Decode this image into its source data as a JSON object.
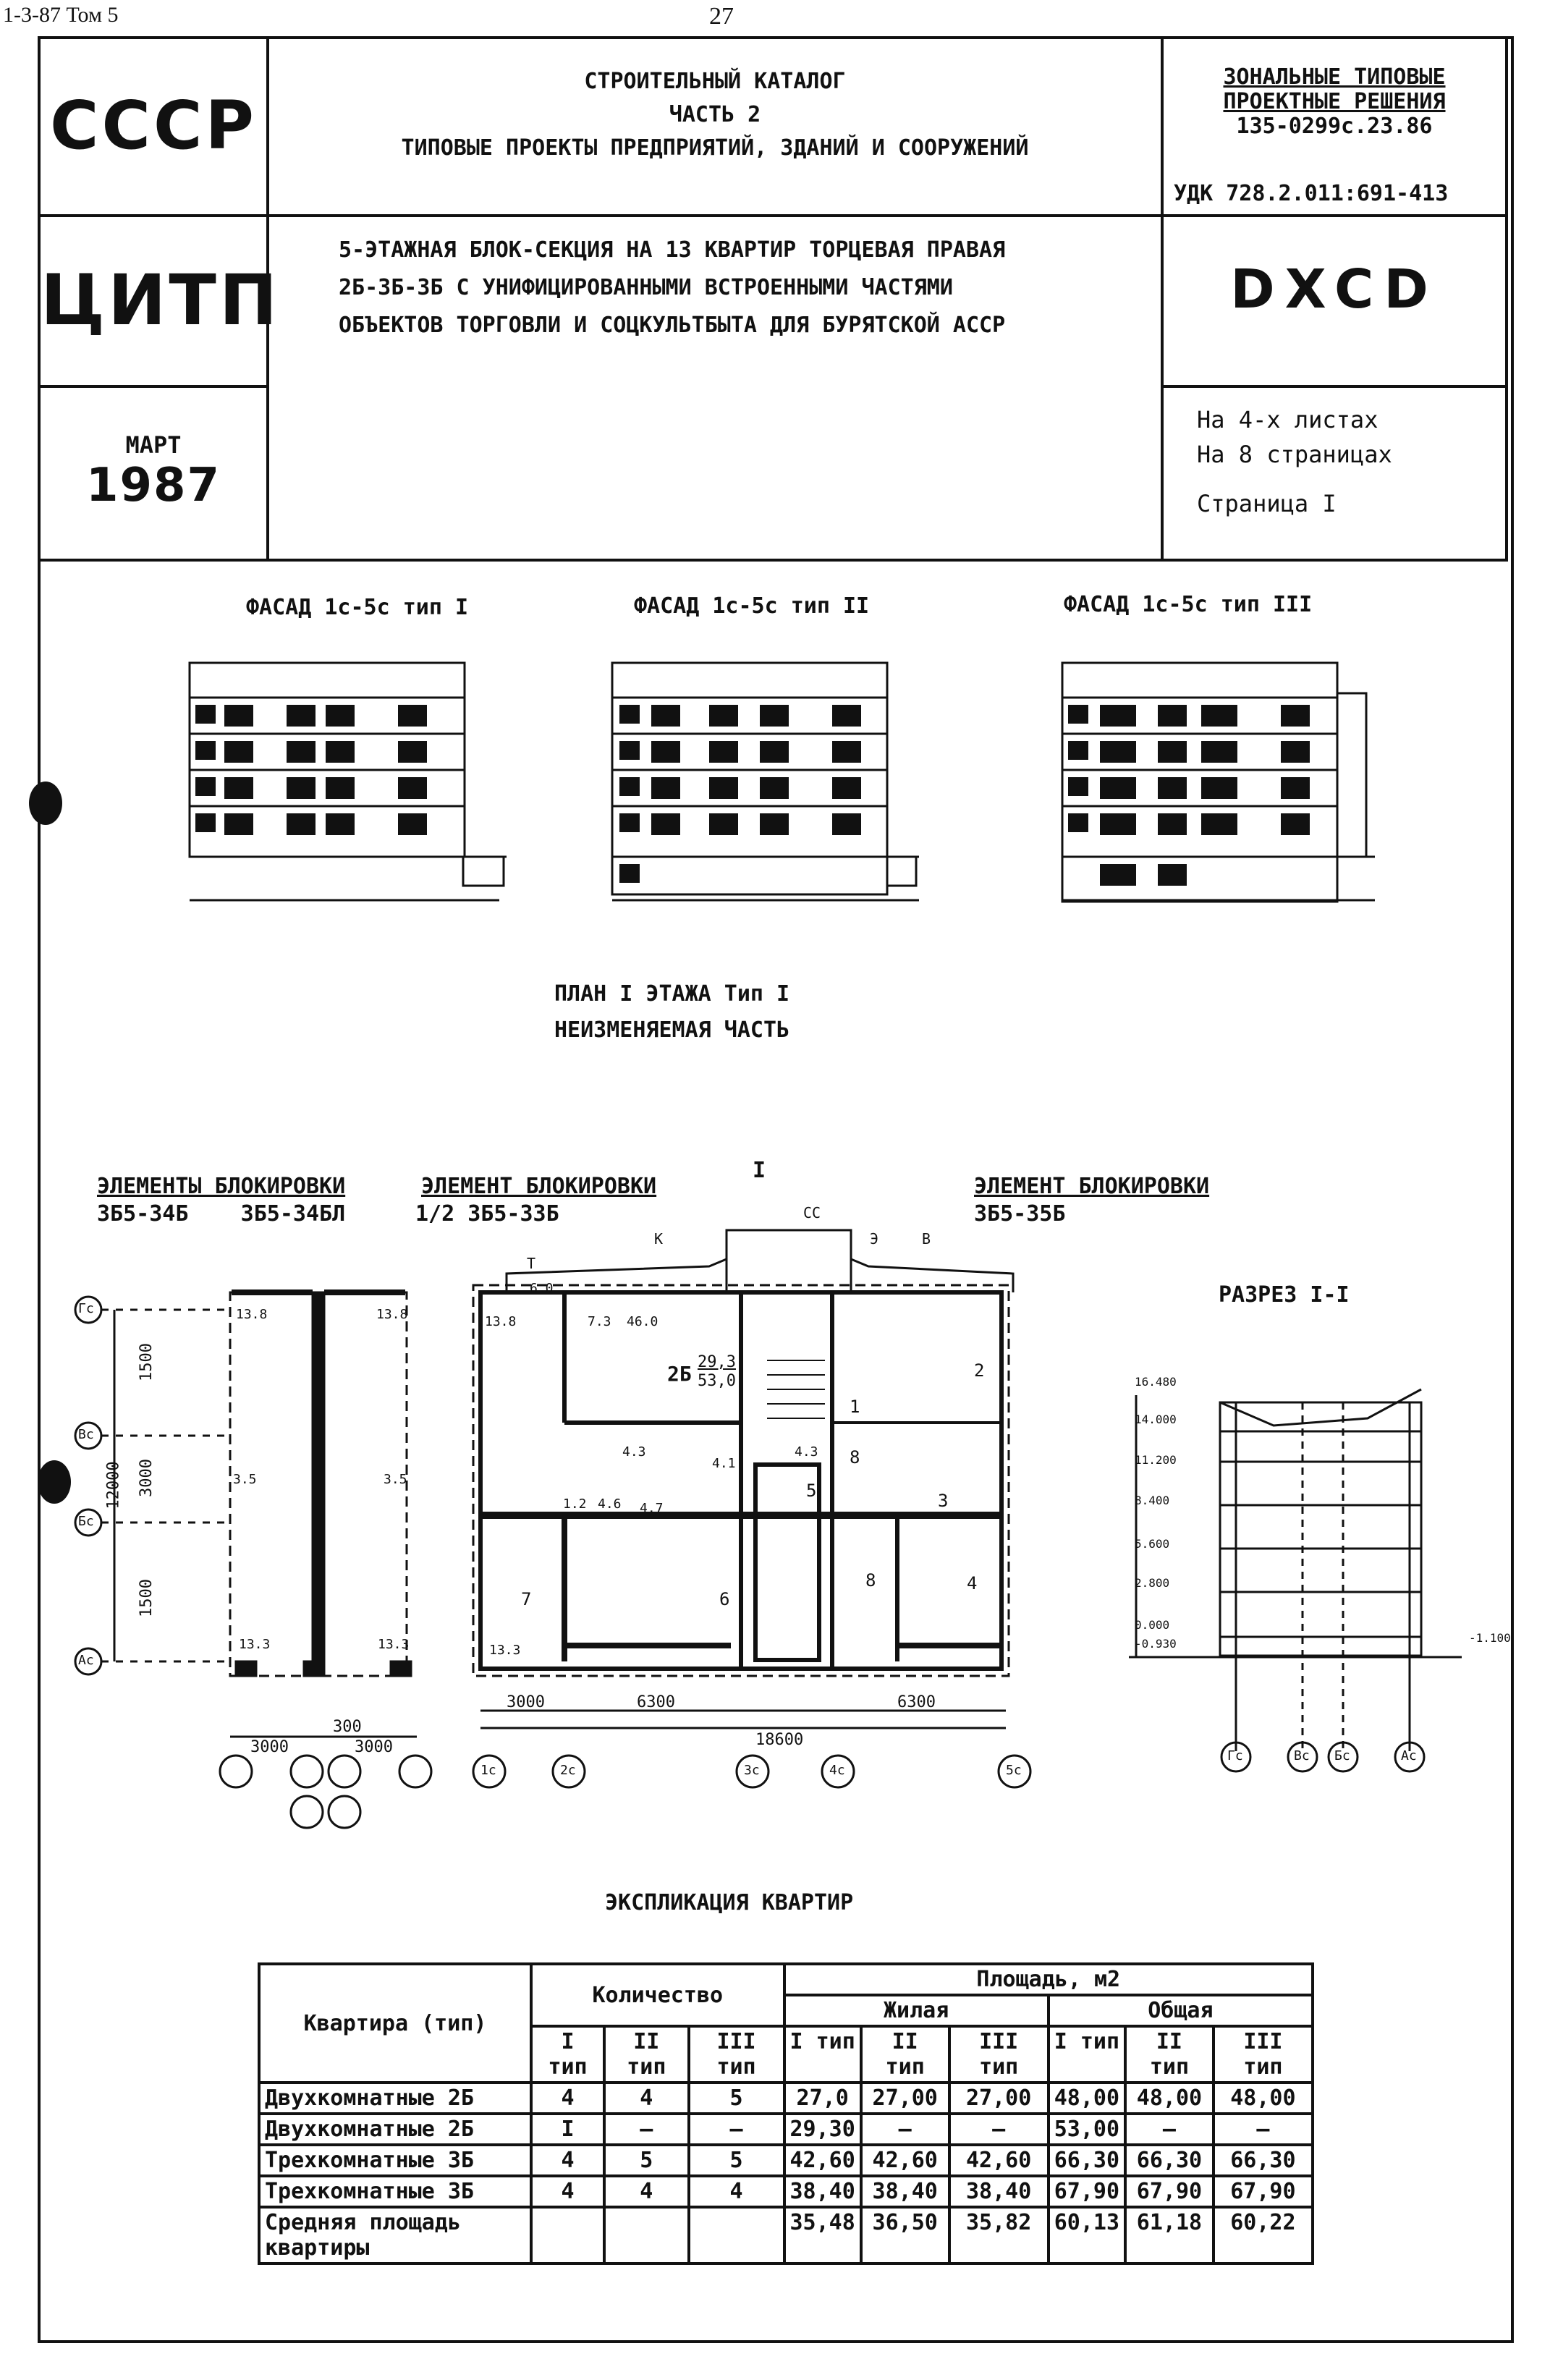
{
  "doc": {
    "series": "1-3-87 Том 5",
    "page_number": "27"
  },
  "header": {
    "org1": "СССР",
    "org2": "ЦИТП",
    "month": "МАРТ",
    "year": "1987",
    "catalog_line1": "СТРОИТЕЛЬНЫЙ КАТАЛОГ",
    "catalog_line2": "ЧАСТЬ 2",
    "catalog_line3": "ТИПОВЫЕ ПРОЕКТЫ ПРЕДПРИЯТИЙ, ЗДАНИЙ И СООРУЖЕНИЙ",
    "zonal_line1": "ЗОНАЛЬНЫЕ ТИПОВЫЕ",
    "zonal_line2": "ПРОЕКТНЫЕ РЕШЕНИЯ",
    "zonal_code": "135-0299с.23.86",
    "udk": "УДК 728.2.011:691-413",
    "title_line1": "5-ЭТАЖНАЯ БЛОК-СЕКЦИЯ НА 13 КВАРТИР ТОРЦЕВАЯ ПРАВАЯ",
    "title_line2": "2Б-3Б-3Б С УНИФИЦИРОВАННЫМИ ВСТРОЕННЫМИ ЧАСТЯМИ",
    "title_line3": "ОБЪЕКТОВ ТОРГОВЛИ И СОЦКУЛЬТБЫТА ДЛЯ БУРЯТСКОЙ АССР",
    "code": "DXCD",
    "sheets": "На 4-х листах",
    "pages": "На 8 страницах",
    "page_label": "Страница I"
  },
  "facades": [
    {
      "label": "ФАСАД 1с-5с тип I"
    },
    {
      "label": "ФАСАД 1с-5с тип II"
    },
    {
      "label": "ФАСАД 1с-5с тип III"
    }
  ],
  "plan": {
    "title1": "ПЛАН I ЭТАЖА  Тип I",
    "title2": "НЕИЗМЕНЯЕМАЯ ЧАСТЬ",
    "block_left1": "ЭЛЕМЕНТЫ БЛОКИРОВКИ",
    "block_left2": "3Б5-34Б    3Б5-34БЛ",
    "block_mid1": "ЭЛЕМЕНТ БЛОКИРОВКИ",
    "block_mid2": "1/2 3Б5-33Б",
    "block_right1": "ЭЛЕМЕНТ БЛОКИРОВКИ",
    "block_right2": "3Б5-35Б",
    "section_title": "РАЗРЕЗ I-I",
    "cut_mark": "I",
    "dims_left": [
      "1500",
      "3000",
      "1500"
    ],
    "dim_total_left": "12000",
    "dims_bottom_left": [
      "3000",
      "300",
      "3000"
    ],
    "dims_bottom_main": [
      "3000",
      "6300",
      "6300"
    ],
    "dim_total_main": "18600",
    "axes_left": [
      "Гс",
      "Вс",
      "Бс",
      "Ас"
    ],
    "axes_bottom": [
      "1с",
      "2с",
      "3с",
      "4с",
      "5с"
    ],
    "room_labels": [
      "1",
      "2",
      "3",
      "4",
      "5",
      "6",
      "7",
      "8",
      "8"
    ],
    "apartment_label": "2Б",
    "apt_area_living": "29,3",
    "apt_area_total": "53,0",
    "areas": [
      "13.8",
      "13.8",
      "13.3",
      "13.3",
      "3.5",
      "3.5",
      "6.0",
      "7.3",
      "46.0",
      "13.8",
      "4.3",
      "4.1",
      "4.3",
      "1.2",
      "4.6",
      "4.7",
      "13.3"
    ],
    "entrances": [
      "Т",
      "К",
      "СС",
      "Э",
      "В"
    ],
    "section_levels": [
      "16.480",
      "14.000",
      "11.200",
      "8.400",
      "5.600",
      "2.800",
      "0.000",
      "-0.930",
      "-1.100"
    ],
    "section_axes": [
      "Гс",
      "Вс",
      "Бс",
      "Ас"
    ]
  },
  "expl": {
    "title": "ЭКСПЛИКАЦИЯ КВАРТИР",
    "col_apt": "Квартира (тип)",
    "col_qty": "Количество",
    "col_area": "Площадь, м2",
    "col_living": "Жилая",
    "col_total": "Общая",
    "types": [
      "I тип",
      "II тип",
      "III тип"
    ],
    "rows": [
      {
        "name": "Двухкомнатные 2Б",
        "q": [
          "4",
          "4",
          "5"
        ],
        "liv": [
          "27,0",
          "27,00",
          "27,00"
        ],
        "tot": [
          "48,00",
          "48,00",
          "48,00"
        ]
      },
      {
        "name": "Двухкомнатные 2Б",
        "q": [
          "I",
          "–",
          "–"
        ],
        "liv": [
          "29,30",
          "–",
          "–"
        ],
        "tot": [
          "53,00",
          "–",
          "–"
        ]
      },
      {
        "name": "Трехкомнатные 3Б",
        "q": [
          "4",
          "5",
          "5"
        ],
        "liv": [
          "42,60",
          "42,60",
          "42,60"
        ],
        "tot": [
          "66,30",
          "66,30",
          "66,30"
        ]
      },
      {
        "name": "Трехкомнатные 3Б",
        "q": [
          "4",
          "4",
          "4"
        ],
        "liv": [
          "38,40",
          "38,40",
          "38,40"
        ],
        "tot": [
          "67,90",
          "67,90",
          "67,90"
        ]
      },
      {
        "name": "Средняя площадь квартиры",
        "q": [
          "",
          "",
          ""
        ],
        "liv": [
          "35,48",
          "36,50",
          "35,82"
        ],
        "tot": [
          "60,13",
          "61,18",
          "60,22"
        ]
      }
    ]
  }
}
